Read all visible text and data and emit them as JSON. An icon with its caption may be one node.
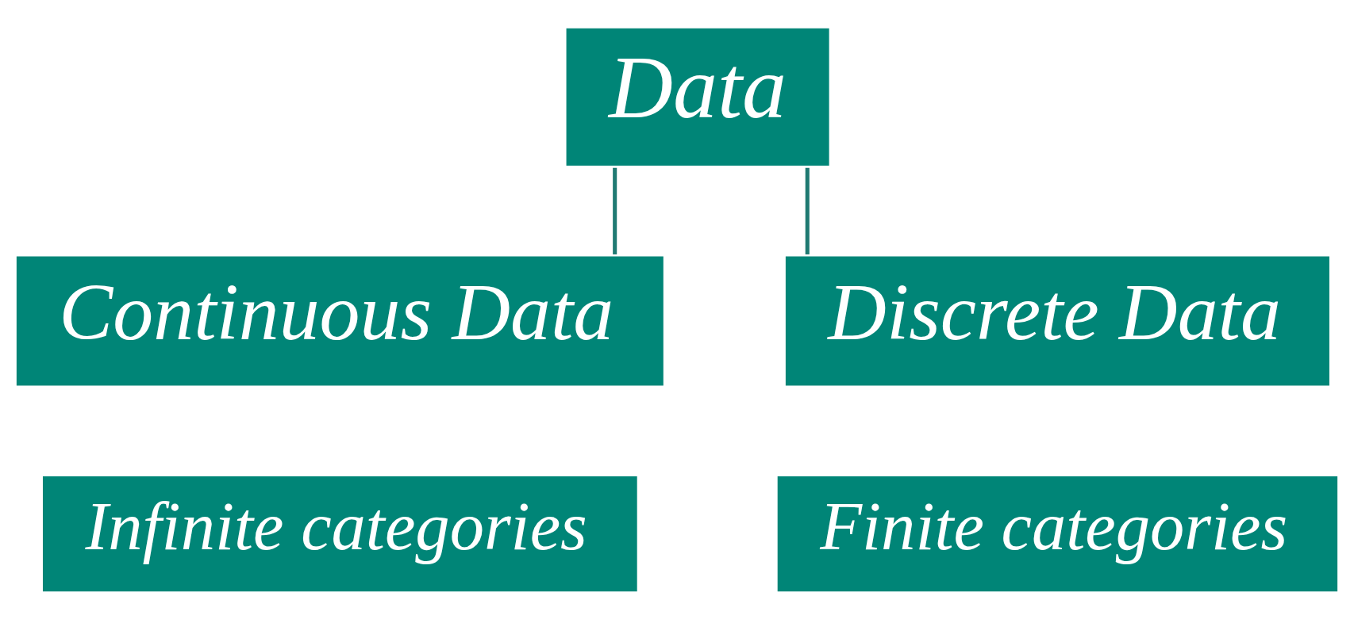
{
  "diagram": {
    "nodes": [
      {
        "text": [
          "Data"
        ]
      },
      {
        "text": [
          "Continuous Data"
        ]
      },
      {
        "text": [
          "Discrete Data"
        ]
      },
      {
        "text": [
          "Infinite categories"
        ]
      },
      {
        "text": [
          "Finite categories"
        ]
      }
    ],
    "edges": [
      {
        "from": 0,
        "to": 1,
        "arrow": "none"
      },
      {
        "from": 0,
        "to": 2,
        "arrow": "none"
      }
    ]
  }
}
